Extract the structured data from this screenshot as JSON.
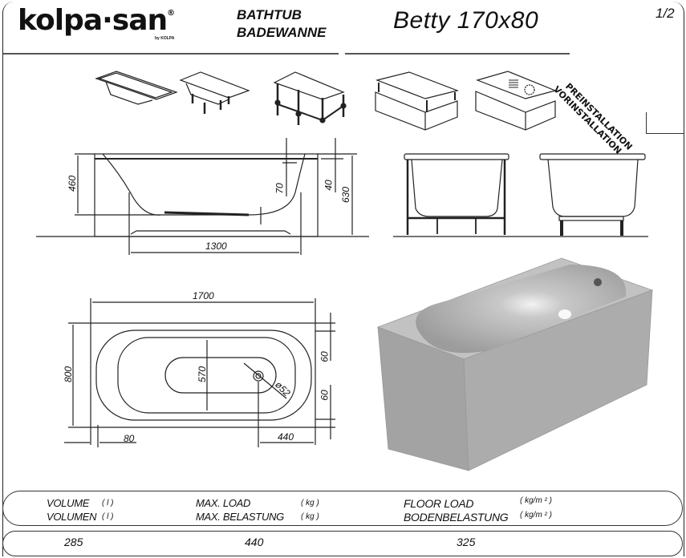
{
  "header": {
    "brand": "kolpa·san",
    "brand_registered": "®",
    "brand_sub": "by KOLPA",
    "category_en": "BATHTUB",
    "category_de": "BADEWANNE",
    "model": "Betty  170x80",
    "page": "1/2",
    "preinstallation_en": "PREINSTALLATION",
    "preinstallation_de": "VORINSTALLATION"
  },
  "installation_variants": [
    {
      "name": "tub-only"
    },
    {
      "name": "tub-with-legs"
    },
    {
      "name": "tub-with-frame"
    },
    {
      "name": "tub-with-panel"
    },
    {
      "name": "tub-with-panel-and-fittings"
    }
  ],
  "side_view": {
    "dims": {
      "depth": "460",
      "rim_offset": "70",
      "rim_thickness": "40",
      "total_height": "630",
      "inner_bottom_length": "1300"
    }
  },
  "top_view": {
    "dims": {
      "length": "1700",
      "width": "800",
      "inner_width": "570",
      "drain_diameter": "ø52",
      "rim_top": "60",
      "rim_bottom": "60",
      "side_offset": "80",
      "drain_offset": "440"
    }
  },
  "specs": {
    "volume_label_en": "VOLUME",
    "volume_label_de": "VOLUMEN",
    "volume_unit": "( l )",
    "max_load_label_en": "MAX.  LOAD",
    "max_load_label_de": "MAX.  BELASTUNG",
    "max_load_unit": "( kg )",
    "floor_load_label_en": "FLOOR  LOAD",
    "floor_load_label_de": "BODENBELASTUNG",
    "floor_load_unit": "( kg/m ² )",
    "volume_value": "285",
    "max_load_value": "440",
    "floor_load_value": "325"
  },
  "colors": {
    "line": "#222222",
    "render_body": "#a9a9a9",
    "render_top": "#c4c4c4"
  }
}
